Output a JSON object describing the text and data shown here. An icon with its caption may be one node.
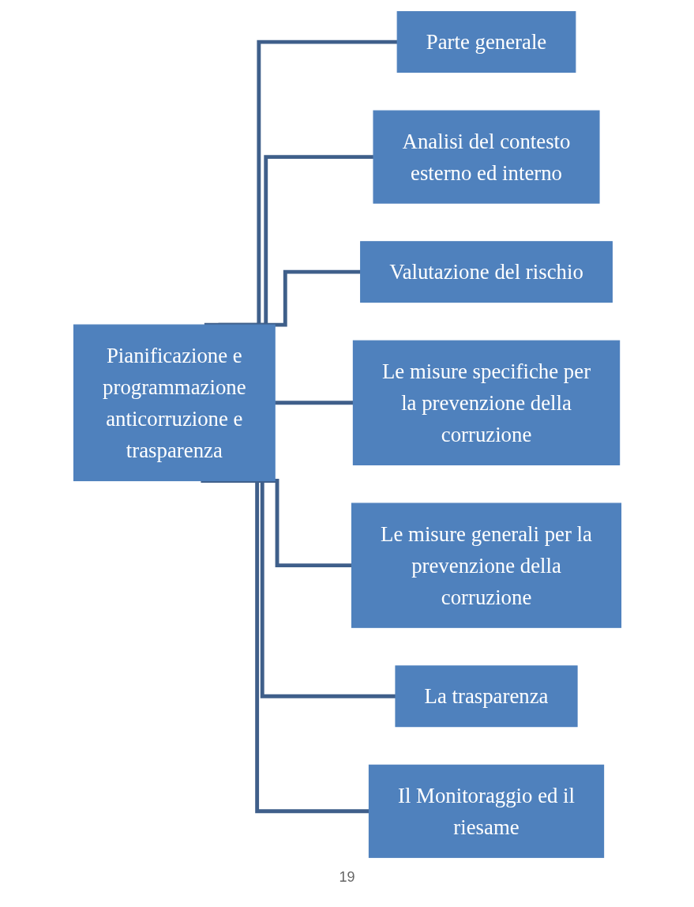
{
  "diagram": {
    "nodes": [
      {
        "text": [
          "Pianificazione e programmazione anticorruzione e trasparenza"
        ]
      },
      {
        "text": [
          "Parte generale"
        ]
      },
      {
        "text": [
          "Analisi del contesto esterno ed interno"
        ]
      },
      {
        "text": [
          "Valutazione del rischio"
        ]
      },
      {
        "text": [
          "Le misure specifiche per la prevenzione della corruzione"
        ]
      },
      {
        "text": [
          "Le misure generali per la prevenzione della corruzione"
        ]
      },
      {
        "text": [
          "La trasparenza"
        ]
      },
      {
        "text": [
          "Il Monitoraggio ed il riesame"
        ]
      }
    ],
    "edges": [
      {
        "from": 0,
        "to": 1,
        "arrow": "none"
      },
      {
        "from": 0,
        "to": 2,
        "arrow": "none"
      },
      {
        "from": 0,
        "to": 3,
        "arrow": "none"
      },
      {
        "from": 0,
        "to": 4,
        "arrow": "none"
      },
      {
        "from": 0,
        "to": 5,
        "arrow": "none"
      },
      {
        "from": 0,
        "to": 6,
        "arrow": "none"
      },
      {
        "from": 0,
        "to": 7,
        "arrow": "none"
      }
    ],
    "labels": [
      "19"
    ]
  }
}
